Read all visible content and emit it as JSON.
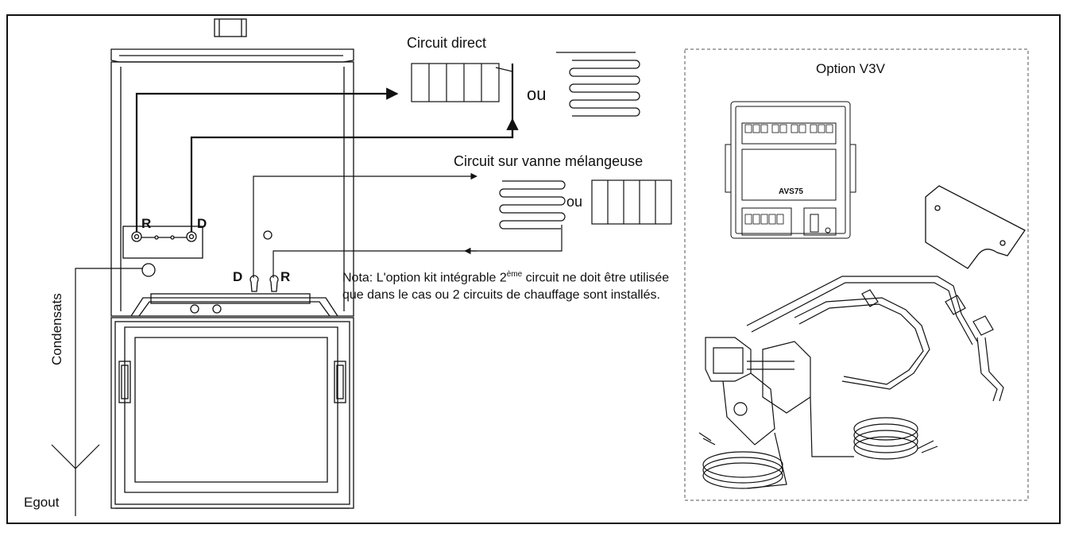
{
  "labels": {
    "circuit_direct": "Circuit direct",
    "ou_top": "ou",
    "circuit_mixing": "Circuit sur vanne mélangeuse",
    "ou_mid": "ou",
    "option": "Option V3V",
    "r_top": "R",
    "d_top": "D",
    "d_bottom": "D",
    "r_bottom": "R",
    "condensats": "Condensats",
    "egout": "Egout",
    "module": "AVS75"
  },
  "note": {
    "part1": "Nota: L'option kit intégrable 2",
    "sup": "ème",
    "part2": " circuit ne doit être utilisée que dans le cas ou 2 circuits de chauffage sont installés."
  },
  "colors": {
    "line": "#111111",
    "dash": "#555555"
  }
}
